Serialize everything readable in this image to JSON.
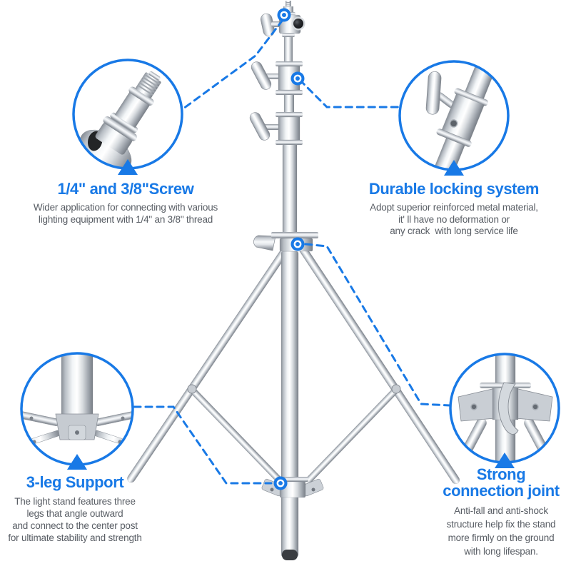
{
  "colors": {
    "accent": "#1879e6",
    "body_text": "#585d64",
    "background": "#ffffff",
    "foot_cap": "#3a3d41"
  },
  "callouts": {
    "screw": {
      "title": "1/4\" and 3/8\"Screw",
      "lines": [
        "Wider application for connecting with various",
        "lighting equipment with 1/4\" an 3/8\" thread"
      ]
    },
    "locking": {
      "title": "Durable locking system",
      "lines": [
        "Adopt superior reinforced metal material,",
        "it' ll have no deformation or",
        "any crack  with long service life"
      ]
    },
    "support": {
      "title": "3-leg Support",
      "lines": [
        "The light stand features three",
        "legs that angle outward",
        "and connect to the center post",
        "for ultimate stability and strength"
      ]
    },
    "joint": {
      "title_lines": [
        "Strong",
        "connection joint"
      ],
      "lines": [
        "Anti-fall and anti-shock",
        "structure help fix the stand",
        "more firmly on the ground",
        "with long lifespan."
      ]
    }
  }
}
